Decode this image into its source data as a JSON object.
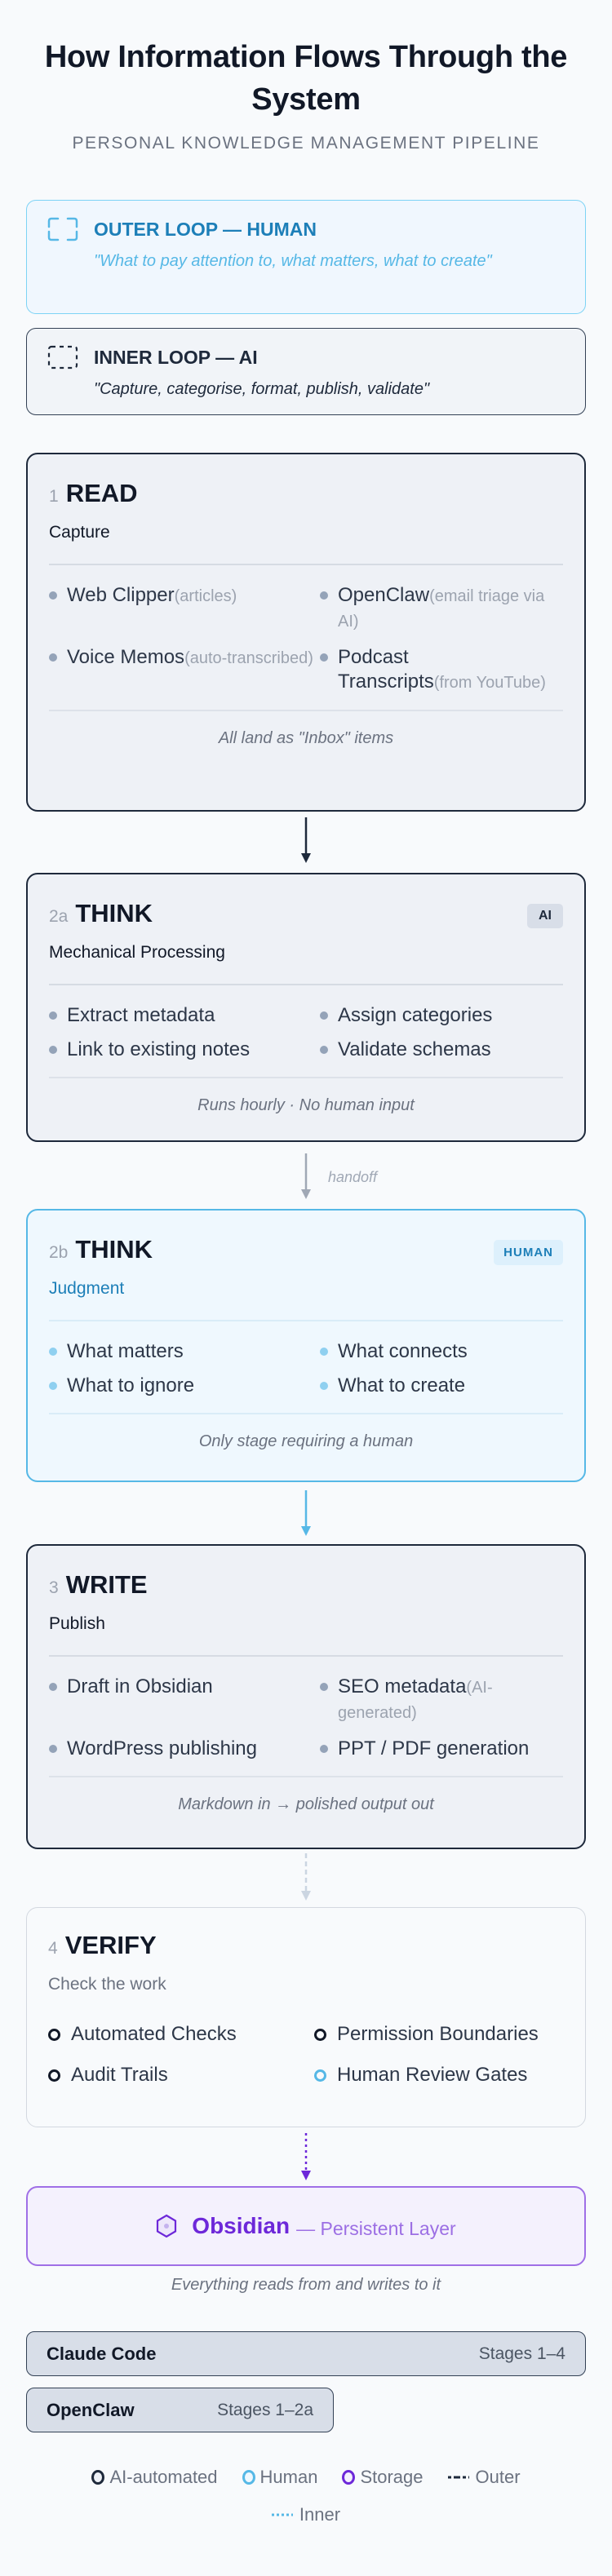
{
  "header": {
    "title": "How Information Flows Through the System",
    "subtitle": "PERSONAL KNOWLEDGE MANAGEMENT PIPELINE"
  },
  "loops": {
    "outer": {
      "title": "OUTER LOOP — HUMAN",
      "quote": "\"What to pay attention to, what matters, what to create\"",
      "icon": "dashed-bracket-icon"
    },
    "inner": {
      "title": "INNER LOOP — AI",
      "quote": "\"Capture, categorise, format, publish, validate\"",
      "icon": "dotted-square-icon"
    }
  },
  "stages": {
    "read": {
      "num": "1",
      "name": "READ",
      "subtitle": "Capture",
      "items": [
        {
          "label": "Web Clipper",
          "note": "(articles)"
        },
        {
          "label": "OpenClaw",
          "note": "(email triage via AI)"
        },
        {
          "label": "Voice Memos",
          "note": "(auto-transcribed)"
        },
        {
          "label": "Podcast Transcripts",
          "note": "(from YouTube)"
        }
      ],
      "footer": "All land as \"Inbox\" items"
    },
    "think_ai": {
      "num": "2a",
      "name": "THINK",
      "badge": "AI",
      "subtitle": "Mechanical Processing",
      "items": [
        {
          "label": "Extract metadata"
        },
        {
          "label": "Assign categories"
        },
        {
          "label": "Link to existing notes"
        },
        {
          "label": "Validate schemas"
        }
      ],
      "footer": "Runs hourly · No human input"
    },
    "handoff_label": "handoff",
    "think_human": {
      "num": "2b",
      "name": "THINK",
      "badge": "HUMAN",
      "subtitle": "Judgment",
      "items": [
        {
          "label": "What matters"
        },
        {
          "label": "What connects"
        },
        {
          "label": "What to ignore"
        },
        {
          "label": "What to create"
        }
      ],
      "footer": "Only stage requiring a human"
    },
    "write": {
      "num": "3",
      "name": "WRITE",
      "subtitle": "Publish",
      "items": [
        {
          "label": "Draft in Obsidian"
        },
        {
          "label": "SEO metadata",
          "note": "(AI-generated)"
        },
        {
          "label": "WordPress publishing"
        },
        {
          "label": "PPT / PDF generation"
        }
      ],
      "footer": "Markdown in → polished output out"
    },
    "verify": {
      "num": "4",
      "name": "VERIFY",
      "subtitle": "Check the work",
      "items": [
        {
          "label": "Automated Checks",
          "kind": "ai"
        },
        {
          "label": "Permission Boundaries",
          "kind": "ai"
        },
        {
          "label": "Audit Trails",
          "kind": "ai"
        },
        {
          "label": "Human Review Gates",
          "kind": "human"
        }
      ]
    }
  },
  "storage": {
    "name": "Obsidian",
    "description": "— Persistent Layer",
    "note": "Everything reads from and writes to it"
  },
  "tools": [
    {
      "name": "Claude Code",
      "stages": "Stages 1–4"
    },
    {
      "name": "OpenClaw",
      "stages": "Stages 1–2a"
    }
  ],
  "legend": [
    {
      "label": "AI-automated",
      "type": "ring",
      "color": "#1e293b",
      "fill": "#eef1f6"
    },
    {
      "label": "Human",
      "type": "ring",
      "color": "#56b8e6",
      "fill": "#eff8fe"
    },
    {
      "label": "Storage",
      "type": "ring",
      "color": "#6d28d9",
      "fill": "#f4f1fd"
    },
    {
      "label": "Outer",
      "type": "dash",
      "color": "#1e293b"
    },
    {
      "label": "Inner",
      "type": "dot",
      "color": "#56b8e6"
    }
  ],
  "colors": {
    "ai": "#1e293b",
    "human": "#56b8e6",
    "storage": "#6d28d9",
    "background": "#f8fafc"
  }
}
